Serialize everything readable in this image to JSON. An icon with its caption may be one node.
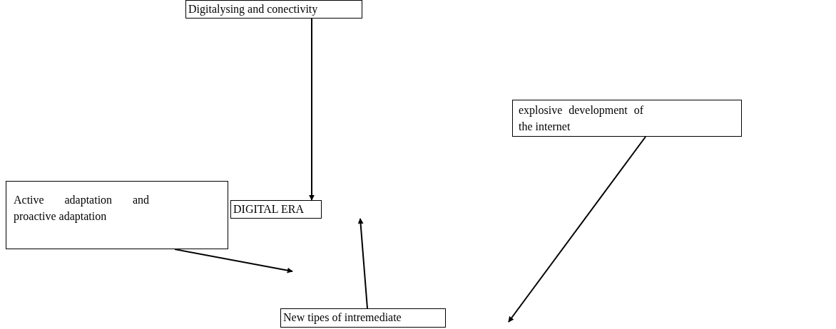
{
  "diagram": {
    "nodes": [
      {
        "text": [
          "Digitalysing and conectivity"
        ]
      },
      {
        "text": [
          "Active adaptation and proactive adaptation"
        ]
      },
      {
        "text": [
          "DIGITAL ERA"
        ]
      },
      {
        "text": [
          "explosive development of the internet"
        ]
      },
      {
        "text": [
          "New tipes of intremediate"
        ]
      }
    ],
    "edges": [
      {
        "from": 0,
        "to": 2,
        "arrow": "to"
      },
      {
        "from": 1,
        "to": null,
        "arrow": "to"
      },
      {
        "from": 3,
        "to": null,
        "arrow": "to"
      },
      {
        "from": 4,
        "to": 2,
        "arrow": "to"
      }
    ]
  }
}
